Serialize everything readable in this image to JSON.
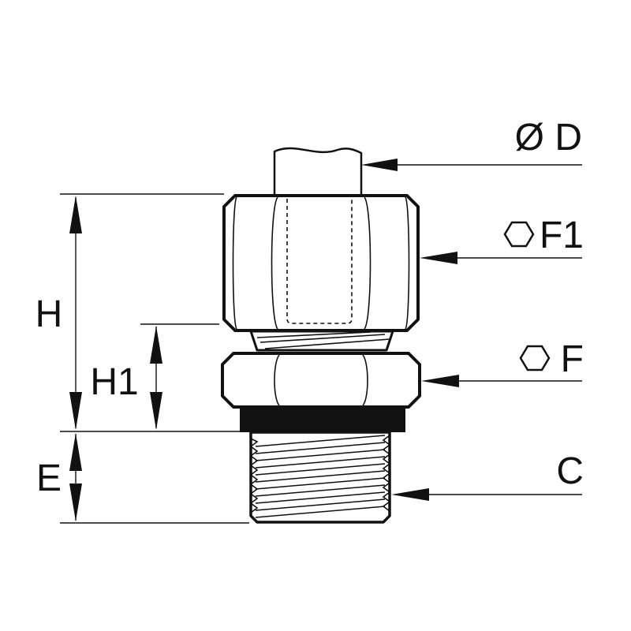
{
  "labels": {
    "tube_diameter": "Ø D",
    "hex_nut": "F1",
    "hex_body": "F",
    "thread": "C",
    "overall_height": "H",
    "body_height": "H1",
    "thread_length": "E"
  },
  "icons": {
    "hex_nut_symbol": "hexagon-icon",
    "hex_body_symbol": "hexagon-icon"
  }
}
